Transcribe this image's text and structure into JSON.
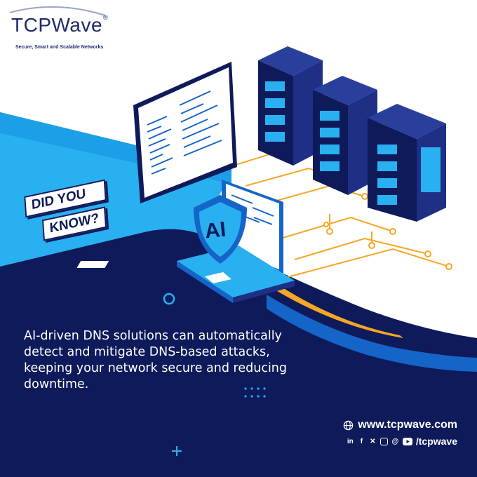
{
  "brand": {
    "name": "TCPWave",
    "registered_mark": "®",
    "tagline": "Secure, Smart and Scalable Networks"
  },
  "badge": {
    "line1": "DID YOU",
    "line2": "KNOW?"
  },
  "illustration": {
    "shield_label": "AI"
  },
  "message": "AI-driven DNS solutions can automatically detect and mitigate DNS-based attacks, keeping your network secure and reducing downtime.",
  "footer": {
    "website": "www.tcpwave.com",
    "social_handle": "/tcpwave",
    "icons": [
      "globe-icon",
      "linkedin-icon",
      "facebook-icon",
      "x-icon",
      "instagram-icon",
      "threads-icon",
      "youtube-icon"
    ]
  },
  "colors": {
    "navy": "#0e1a5a",
    "sky": "#1eaaf1",
    "blue": "#1565c8",
    "orange": "#f5a623",
    "white": "#ffffff"
  }
}
